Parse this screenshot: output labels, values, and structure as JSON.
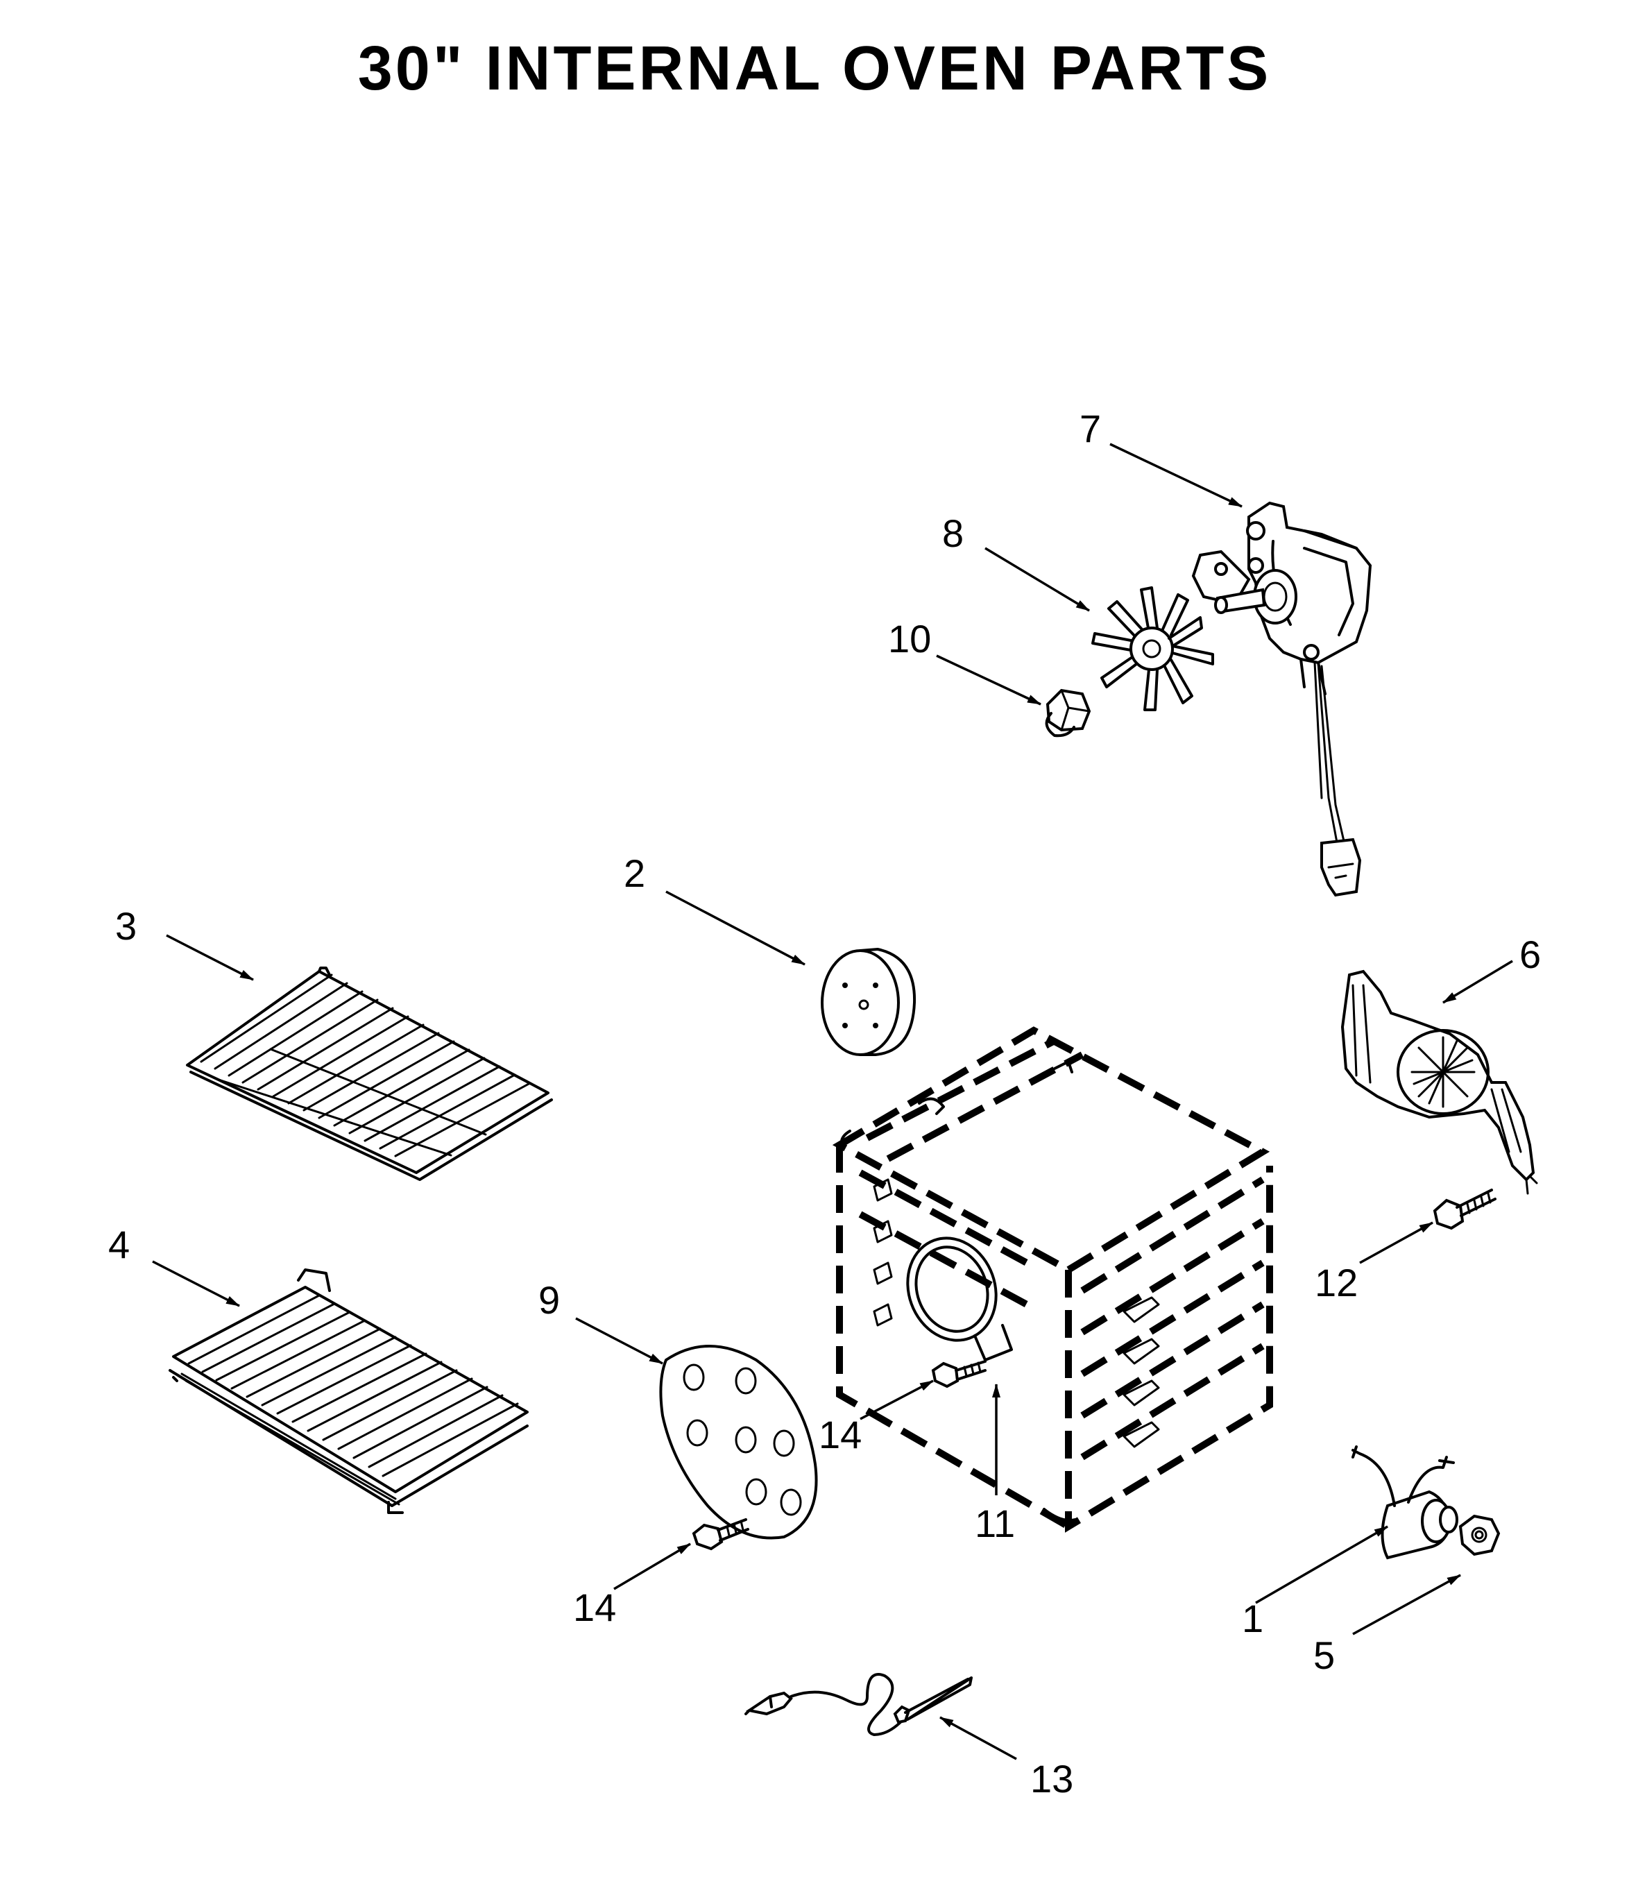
{
  "title": "30\" INTERNAL OVEN PARTS",
  "callouts": {
    "c1": "1",
    "c2": "2",
    "c3": "3",
    "c4": "4",
    "c5": "5",
    "c6": "6",
    "c7": "7",
    "c8": "8",
    "c9": "9",
    "c10": "10",
    "c11": "11",
    "c12": "12",
    "c13": "13",
    "c14a": "14",
    "c14b": "14"
  }
}
